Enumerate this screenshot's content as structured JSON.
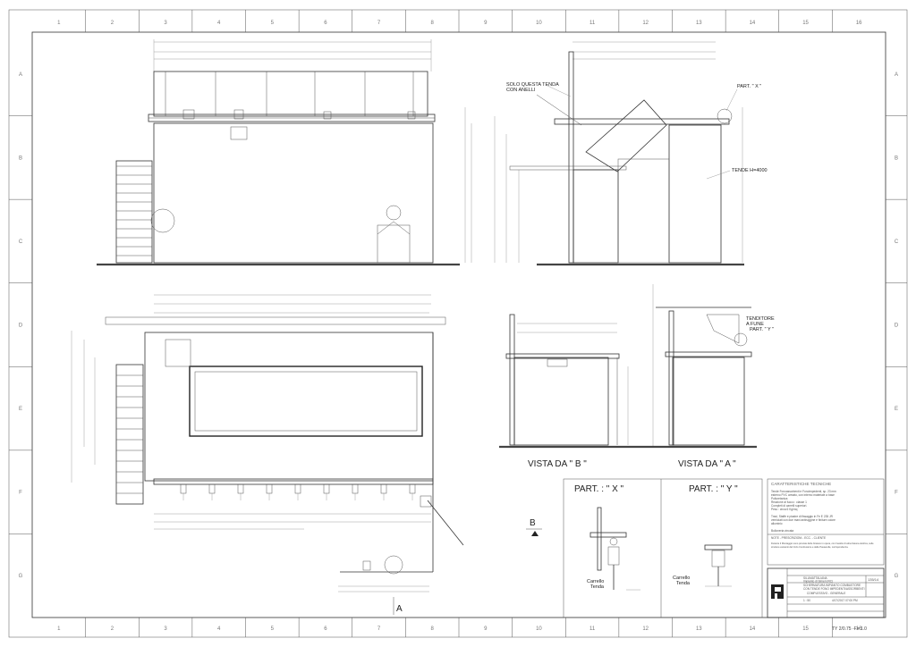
{
  "frame": {
    "columns": [
      "1",
      "2",
      "3",
      "4",
      "5",
      "6",
      "7",
      "8",
      "9",
      "10",
      "11",
      "12",
      "13",
      "14",
      "15",
      "16"
    ],
    "rows": [
      "A",
      "B",
      "C",
      "D",
      "E",
      "F",
      "G"
    ]
  },
  "callouts": {
    "solo_questa_tenda_1": "SOLO QUESTA TENDA",
    "solo_questa_tenda_2": "CON ANELLI",
    "part_x_ref": "PART. \" X \"",
    "tende_h": "TENDE H=4000",
    "tenditore_1": "TENDITORE",
    "tenditore_2": "A FUNE",
    "part_y_ref": "PART. \" Y \"",
    "section_a": "A",
    "section_b": "B"
  },
  "views": {
    "vista_b": "VISTA DA \" B \"",
    "vista_a": "VISTA DA \" A \"",
    "part_x": "PART. : \" X \"",
    "part_y": "PART. : \" Y \"",
    "carrello_x_1": "Carrello",
    "carrello_x_2": "Tenda",
    "carrello_y_1": "Carrello",
    "carrello_y_2": "Tenda"
  },
  "specs": {
    "title": "CARATTERISTICHE TECNICHE",
    "lines": [
      "Tende Fonoassorbenti e Fonoimpedenti, sp. 23 mm",
      "esterno PVC armato, con interno materiale a base",
      "Poliuretanica",
      "Reazione al fuoco : classe 1",
      "Completi di carrelli superiori.",
      "Peso : circa 6 Kg/mq",
      "",
      "Travi, Staffe e piastre di fissaggio in Fe E 235 JR",
      "verniciati con due mani antiruggine e finiture colore",
      "alluminio",
      "",
      "Bulloneria zincata"
    ],
    "note_head": "NOTE - PRESCRIZIONI - ECC. - CLIENTE",
    "note_lines": [
      "Durante il Montaggio sono previste delle forature in opera, con l'ausilio di attrezzatura elettrica, sulle",
      "strutture esistenti del Ciclo Combustore e delle Passerelle, corrispondenza."
    ]
  },
  "title_block": {
    "client_1": "SILUMATTALIANA",
    "client_2": "Impianto di Simeri (RC)",
    "drawing_no": "135/14",
    "subject_1": "SCHERMATURA IMPIANTO COMBUSTORE",
    "subject_2": "CON TENDE FONO IMPEDENTI/ASSORBENTI",
    "subject_3": "COMPLESSIVO - GENERALE",
    "scale": "1 : 50",
    "date": "4/17/2017 07:00 PM",
    "sheet_code": "TY 2/0.75 -F= 1.0"
  }
}
